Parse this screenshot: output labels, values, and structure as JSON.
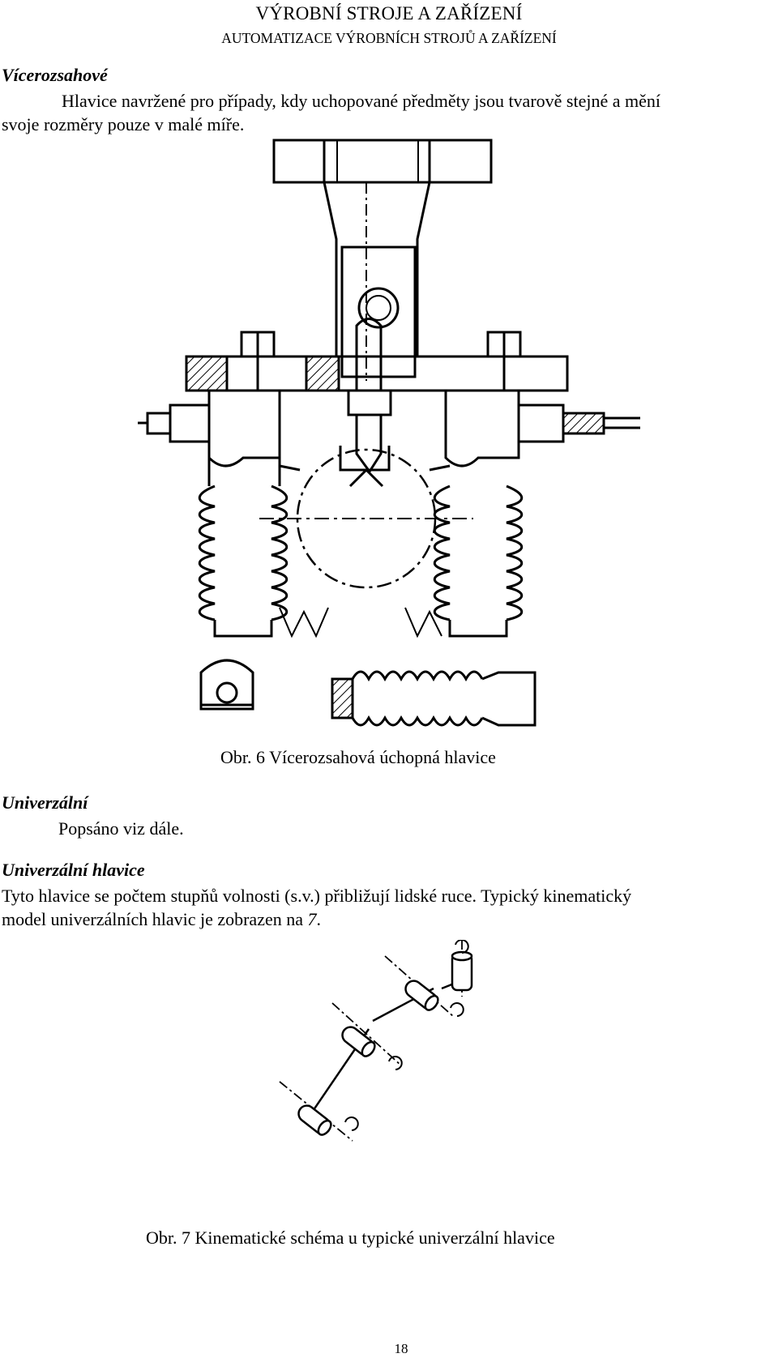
{
  "header": {
    "title": "VÝROBNÍ STROJE A ZAŘÍZENÍ",
    "subtitle": "AUTOMATIZACE VÝROBNÍCH STROJŮ A ZAŘÍZENÍ"
  },
  "sections": {
    "vicerozsahove": {
      "heading": "Vícerozsahové",
      "text_line1": "Hlavice navržené pro případy, kdy uchopované předměty jsou tvarově stejné a mění",
      "text_line2": "svoje rozměry pouze v malé míře."
    },
    "figure6": {
      "caption": "Obr. 6 Vícerozsahová úchopná hlavice"
    },
    "univerzalni": {
      "heading": "Univerzální",
      "text": "Popsáno viz dále."
    },
    "univerzalni_hlavice": {
      "heading": "Univerzální hlavice",
      "text_line1": "Tyto hlavice se počtem stupňů volnosti (s.v.) přibližují lidské ruce. Typický kinematický",
      "text_line2_prefix": "model univerzálních hlavic je zobrazen na ",
      "text_line2_ref": "7",
      "text_line2_suffix": "."
    },
    "figure7": {
      "caption": "Obr. 7 Kinematické schéma u typické univerzální hlavice"
    }
  },
  "footer": {
    "page_number": "18"
  }
}
